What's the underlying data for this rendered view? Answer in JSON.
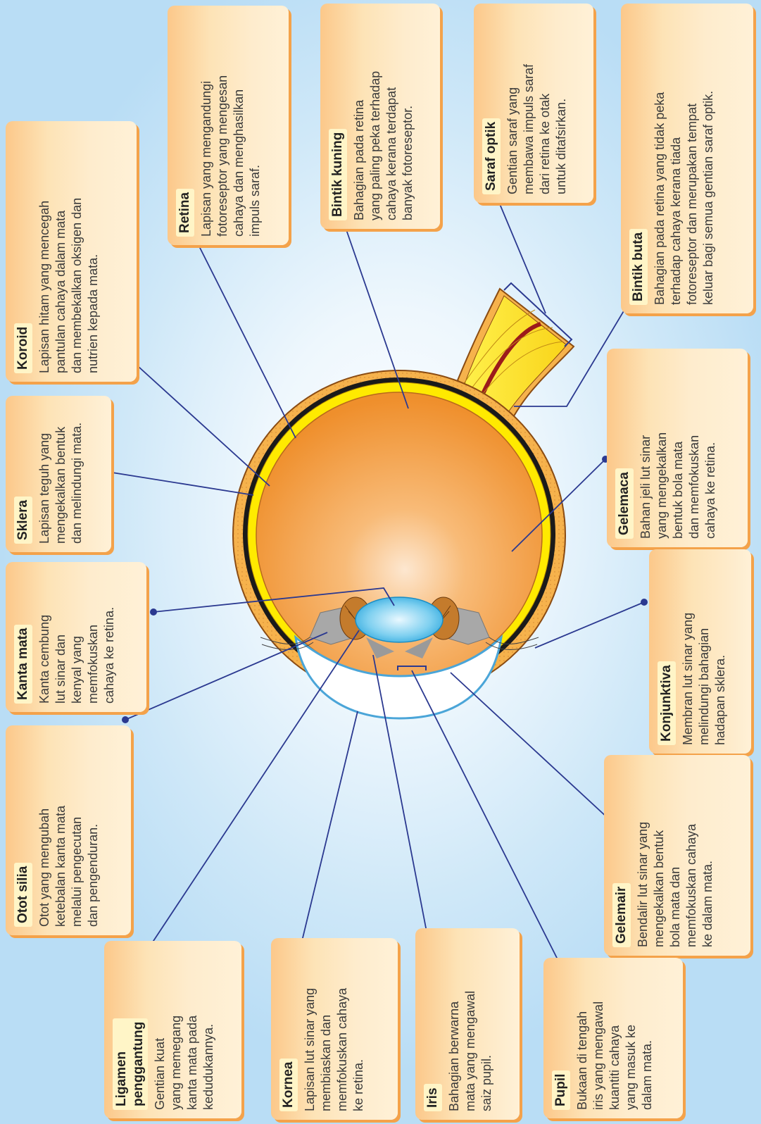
{
  "labels": {
    "koroid": {
      "title": "Koroid",
      "desc": "Lapisan hitam yang mencegah\npantulan cahaya dalam mata\ndan membekalkan oksigen dan\nnutrien kepada mata."
    },
    "retina": {
      "title": "Retina",
      "desc": "Lapisan yang mengandungi\nfotoreseptor yang mengesan\ncahaya dan menghasilkan\nimpuls saraf."
    },
    "bintik_kuning": {
      "title": "Bintik kuning",
      "desc": "Bahagian pada retina\nyang paling peka terhadap\ncahaya kerana terdapat\nbanyak fotoreseptor."
    },
    "saraf_optik": {
      "title": "Saraf optik",
      "desc": "Gentian saraf yang\nmembawa impuls saraf\ndari retina ke otak\nuntuk ditafsirkan."
    },
    "bintik_buta": {
      "title": "Bintik buta",
      "desc": "Bahagian pada retina yang tidak peka\nterhadap cahaya kerana tiada\nfotoreseptor dan merupakan tempat\nkeluar bagi semua gentian saraf optik."
    },
    "sklera": {
      "title": "Sklera",
      "desc": "Lapisan teguh yang\nmengekalkan bentuk\ndan melindungi mata."
    },
    "gelemaca": {
      "title": "Gelemaca",
      "desc": "Bahan jeli lut sinar\nyang mengekalkan\nbentuk bola mata\ndan memfokuskan\ncahaya ke retina."
    },
    "kanta_mata": {
      "title": "Kanta mata",
      "desc": "Kanta cembung\nlut sinar dan\nkenyal yang\nmemfokuskan\ncahaya ke retina."
    },
    "konjunktiva": {
      "title": "Konjunktiva",
      "desc": "Membran lut sinar yang\nmelindungi bahagian\nhadapan sklera."
    },
    "otot_silia": {
      "title": "Otot silia",
      "desc": "Otot yang mengubah\nketebalan kanta mata\nmelalui pengecutan\ndan pengenduran."
    },
    "gelemair": {
      "title": "Gelemair",
      "desc": "Bendalir lut sinar yang\nmengekalkan bentuk\nbola mata dan\nmemfokuskan cahaya\nke dalam mata."
    },
    "ligamen": {
      "title": "Ligamen\npenggantung",
      "desc": "Gentian kuat\nyang memegang\nkanta mata pada\nkedudukannya."
    },
    "kornea": {
      "title": "Kornea",
      "desc": "Lapisan lut sinar yang\nmembiaskan dan\nmemfokuskan cahaya\nke retina."
    },
    "iris": {
      "title": "Iris",
      "desc": "Bahagian berwarna\nmata yang mengawal\nsaiz pupil."
    },
    "pupil": {
      "title": "Pupil",
      "desc": "Bukaan di tengah\niris yang mengawal\nkuantiti cahaya\nyang masuk ke\ndalam mata."
    }
  },
  "colors": {
    "card_accent": "#fcc88a",
    "card_body": "#fff1d7",
    "card_shadow": "#f4a24a",
    "title_highlight": "#fff5c7",
    "leader_line": "#2b3990",
    "sclera": "#f6b24c",
    "choroid": "#1a1a1a",
    "retina": "#ffea00",
    "vitreous": "#f39a2f",
    "lens": "#55bde8",
    "background": "#cfe8f8"
  },
  "icons": [
    "eye-anatomy-diagram",
    "leader-dot"
  ]
}
